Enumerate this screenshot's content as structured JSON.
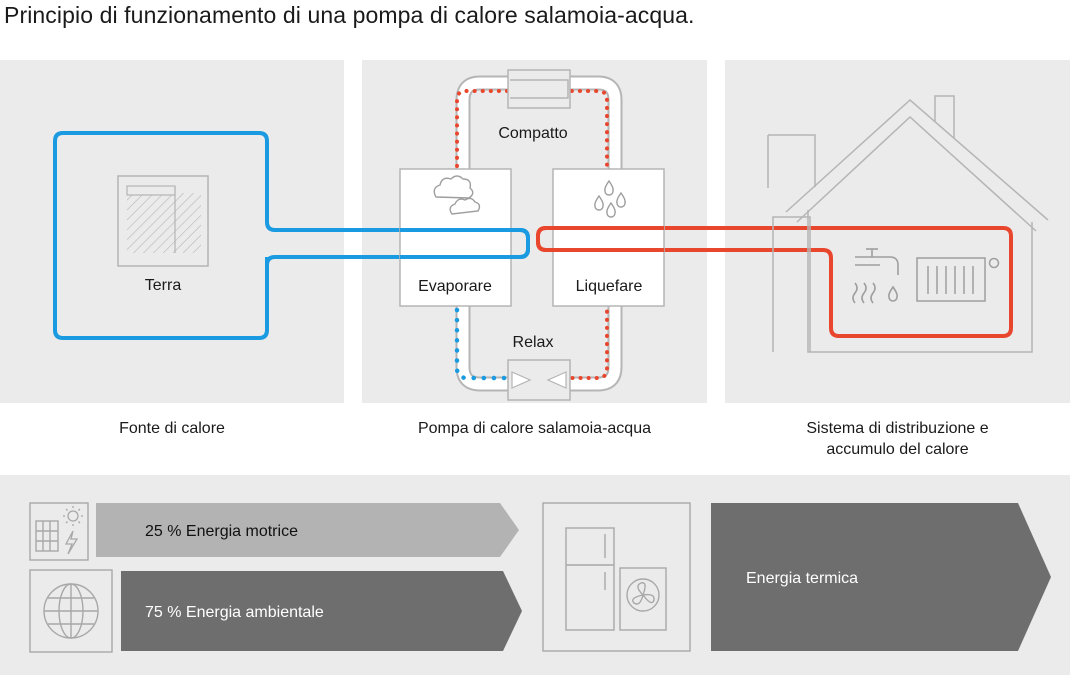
{
  "title": "Principio di funzionamento di una pompa di calore salamoia-acqua.",
  "panels": {
    "source": {
      "label": "Terra",
      "caption": "Fonte di calore"
    },
    "pump": {
      "compressor": "Compatto",
      "evaporator": "Evaporare",
      "condenser": "Liquefare",
      "expansion": "Relax",
      "caption": "Pompa di calore salamoia-acqua"
    },
    "distribution": {
      "caption_line1": "Sistema di distribuzione e",
      "caption_line2": "accumulo del calore"
    }
  },
  "energy": {
    "drive": "25 % Energia motrice",
    "ambient": "75 % Energia ambientale",
    "thermal": "Energia termica"
  },
  "colors": {
    "cold": "#1a9ae0",
    "warm": "#e8472e",
    "panel": "#ebebeb",
    "line": "#b5b5b5",
    "arrow_light": "#b3b3b3",
    "arrow_dark": "#6e6e6e"
  },
  "icons": [
    "ground-icon",
    "clouds-icon",
    "droplets-icon",
    "tap-icon",
    "radiator-icon",
    "solar-panel-icon",
    "sun-icon",
    "lightning-icon",
    "globe-icon",
    "heat-pump-unit-icon",
    "fan-icon"
  ]
}
